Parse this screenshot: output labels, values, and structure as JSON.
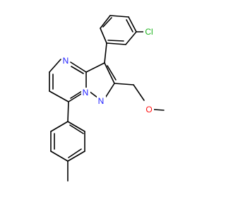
{
  "molecule": {
    "atom_labels": {
      "cl": "Cl",
      "n_pyrimidine": "N",
      "n_bridge": "N",
      "n_pyrazole": "N",
      "o_ether": "O"
    },
    "colors": {
      "chlorine": "#1fb41f",
      "nitrogen": "#2020ff",
      "oxygen": "#ff1010",
      "bond": "#000000"
    }
  }
}
